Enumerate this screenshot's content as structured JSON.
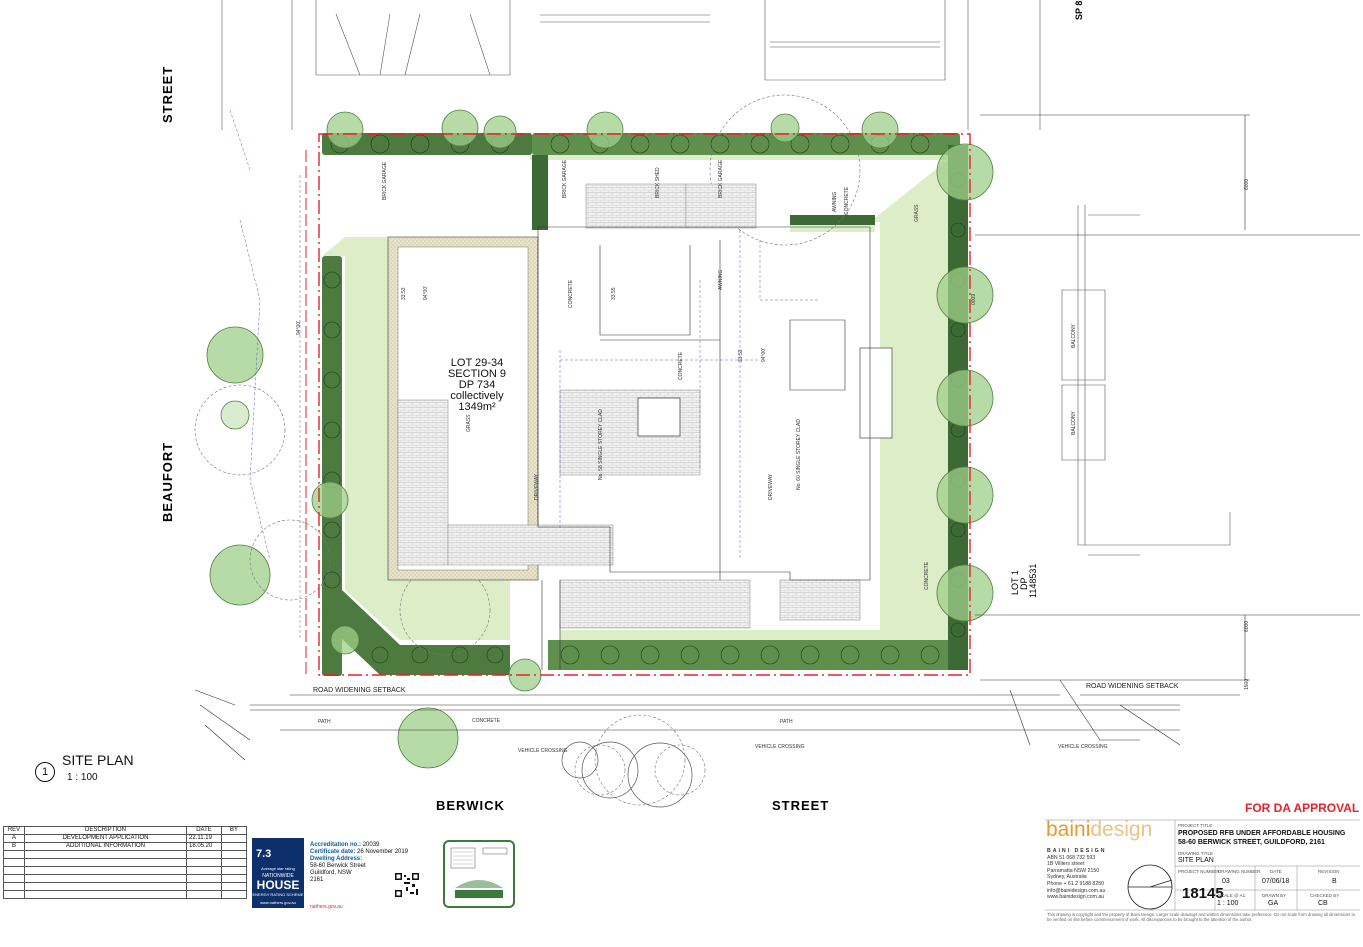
{
  "streets": {
    "top_left_street": "STREET",
    "left_beaufort": "BEAUFORT",
    "bottom_berwick": "BERWICK",
    "bottom_street": "STREET"
  },
  "lot": {
    "line1": "LOT 29-34",
    "line2": "SECTION 9",
    "line3": "DP 734",
    "line4": "collectively",
    "area": "1349m²"
  },
  "adjacent_lot": {
    "line1": "LOT 1",
    "line2": "DP",
    "line3": "1148531"
  },
  "setbacks": {
    "left": "ROAD WIDENING SETBACK",
    "right": "ROAD WIDENING SETBACK"
  },
  "site_plan": {
    "number": "1",
    "title": "SITE PLAN",
    "scale": "1 : 100"
  },
  "revisions": {
    "headers": [
      "REV",
      "DESCRIPTION",
      "DATE",
      "BY"
    ],
    "rows": [
      [
        "A",
        "DEVELOPMENT APPLICATION",
        "22.11.19",
        ""
      ],
      [
        "B",
        "ADDITIONAL INFORMATION",
        "18.05.20",
        ""
      ]
    ]
  },
  "nathers": {
    "stars": "7.3",
    "rating_label": "Average star rating",
    "brand_top": "NATIONWIDE",
    "brand_main": "HOUSE",
    "brand_sub": "ENERGY RATING SCHEME",
    "url": "www.nathers.gov.au",
    "accreditation_label": "Accreditation no.:",
    "accreditation_value": "20039",
    "cert_date_label": "Certificate date:",
    "cert_date_value": "26 November 2019",
    "address_label": "Dwelling Address:",
    "address_line1": "58-60 Berwick Street",
    "address_line2": "Guildford, NSW",
    "address_line3": "2161",
    "url2": "nathers.gov.au"
  },
  "title_block": {
    "for_approval": "FOR DA APPROVAL",
    "logo_part1": "baini",
    "logo_part2": "design",
    "firm_name": "BAINI DESIGN",
    "firm_lines": [
      "ABN 51 068 732 593",
      "1B Villiers street",
      "Parramatta  NSW 2150",
      "Sydney, Australia",
      "Phone + 61 2 9188 8250",
      "info@bainidesign.com.au",
      "www.bainidesign.com.au"
    ],
    "project_title_label": "PROJECT TITLE",
    "project_title_1": "PROPOSED RFB UNDER AFFORDABLE HOUSING",
    "project_title_2": "58-60 BERWICK STREET, GUILDFORD, 2161",
    "drawing_title_label": "DRAWING TITLE",
    "drawing_title": "SITE PLAN",
    "labels": [
      "PROJECT NUMBER",
      "DRAWING NUMBER",
      "DATE",
      "REVISION",
      "SCALE @ A1",
      "DRAWN BY",
      "CHECKED BY"
    ],
    "project_number": "18145",
    "drawing_number": "03",
    "date": "07/06/18",
    "revision": "B",
    "scale": "1 : 100",
    "drawn_by": "GA",
    "checked_by": "CB",
    "disclaimer": "This drawing is copyright and the property of Baini Design. Larger scale drawings and written dimensions take preference. Do not scale from drawing all dimensions to be verified on site before commencement of work. All discrepancies to be brought to the attention of the author."
  },
  "plan_notes": {
    "concrete": "CONCRETE",
    "grass": "GRASS",
    "driveway": "DRIVEWAY",
    "awning": "AWNING",
    "brick_garage": "BRICK GARAGE",
    "brick_shed": "BRICK SHED",
    "balcony": "BALCONY",
    "path": "PATH",
    "vehicle_crossing": "VEHICLE CROSSING",
    "existing_house_1": "No. 58 SINGLE STOREY CLAD",
    "existing_house_2": "No. 60 SINGLE STOREY CLAD",
    "sp": "SP 8",
    "lot_line_h": "0009",
    "dim_1500": "1500",
    "dim_6000": "6000",
    "level_33_53": "33.53",
    "level_33_55": "33.55",
    "bearing": "94°00'"
  },
  "colors": {
    "lawn": "#dcedc8",
    "hedge": "#4c7a3f",
    "hedge_dark": "#2f5a29",
    "boundary": "#e3242b",
    "logo": "#e69a2e"
  }
}
